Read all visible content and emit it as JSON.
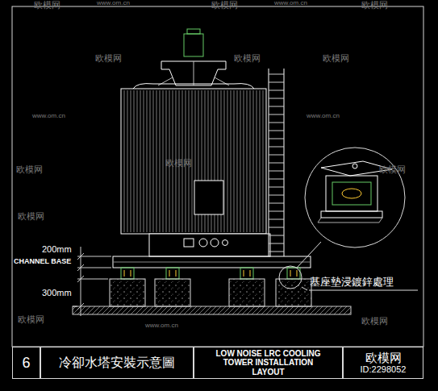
{
  "diagram": {
    "nodes": [
      {
        "text": [
          "6"
        ]
      },
      {
        "text": [
          "冷卻水塔安裝示意圖"
        ]
      },
      {
        "text": [
          "LOW NOISE LRC COOLING TOWER INSTALLATION LAYOUT"
        ]
      },
      {
        "text": [
          "欧模网",
          "ID:2298052"
        ]
      }
    ],
    "labels": [
      "200mm",
      "CHANNEL BASE",
      "300mm",
      "基座墊浸鍍鋅處理",
      "欧模网",
      "欧模网",
      "欧模网",
      "欧模网",
      "欧模网",
      "欧模网",
      "欧模网",
      "欧模网",
      "欧模网",
      "欧模网",
      "欧模网",
      "欧模网",
      "www.om.cn",
      "www.om.cn",
      "www.om.cn",
      "www.om.cn",
      "www.om.cn"
    ]
  }
}
